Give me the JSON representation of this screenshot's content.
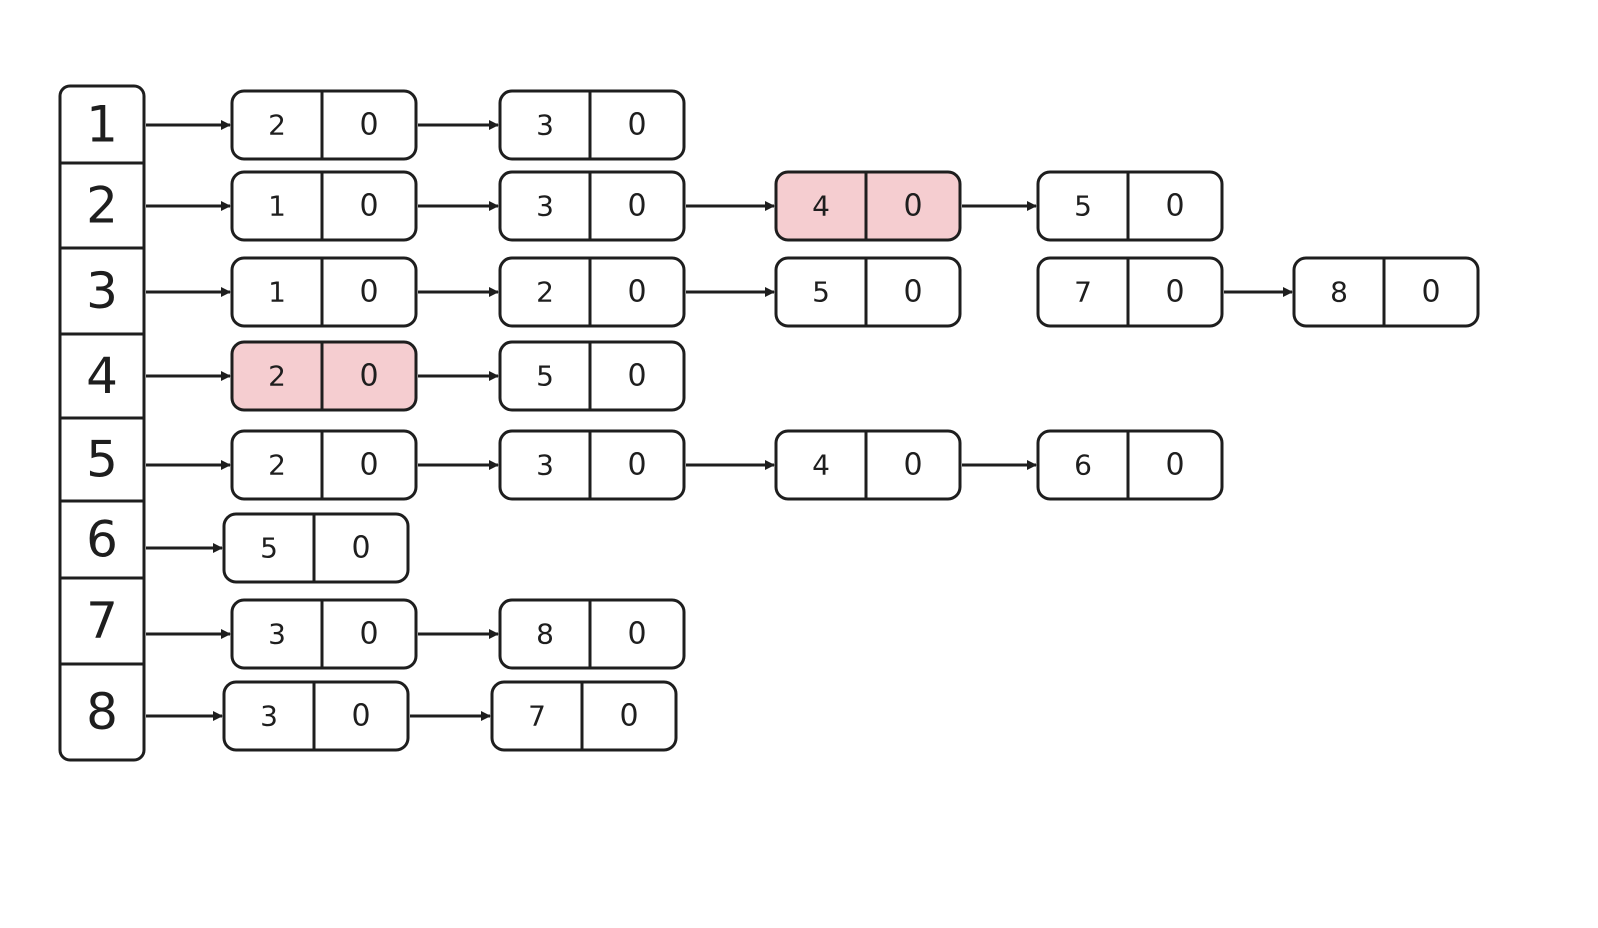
{
  "highlight_color": "#f5cdd0",
  "stroke_color": "#1e1e1e",
  "vertices": [
    "1",
    "2",
    "3",
    "4",
    "5",
    "6",
    "7",
    "8"
  ],
  "adjacency": [
    {
      "vertex": "1",
      "nodes": [
        {
          "value": "2",
          "weight": "0"
        },
        {
          "value": "3",
          "weight": "0"
        }
      ]
    },
    {
      "vertex": "2",
      "nodes": [
        {
          "value": "1",
          "weight": "0"
        },
        {
          "value": "3",
          "weight": "0"
        },
        {
          "value": "4",
          "weight": "0",
          "highlighted": true
        },
        {
          "value": "5",
          "weight": "0"
        }
      ]
    },
    {
      "vertex": "3",
      "nodes": [
        {
          "value": "1",
          "weight": "0"
        },
        {
          "value": "2",
          "weight": "0"
        },
        {
          "value": "5",
          "weight": "0"
        },
        {
          "value": "7",
          "weight": "0"
        },
        {
          "value": "8",
          "weight": "0"
        }
      ]
    },
    {
      "vertex": "4",
      "nodes": [
        {
          "value": "2",
          "weight": "0",
          "highlighted": true
        },
        {
          "value": "5",
          "weight": "0"
        }
      ]
    },
    {
      "vertex": "5",
      "nodes": [
        {
          "value": "2",
          "weight": "0"
        },
        {
          "value": "3",
          "weight": "0"
        },
        {
          "value": "4",
          "weight": "0"
        },
        {
          "value": "6",
          "weight": "0"
        }
      ]
    },
    {
      "vertex": "6",
      "nodes": [
        {
          "value": "5",
          "weight": "0"
        }
      ]
    },
    {
      "vertex": "7",
      "nodes": [
        {
          "value": "3",
          "weight": "0"
        },
        {
          "value": "8",
          "weight": "0"
        }
      ]
    },
    {
      "vertex": "8",
      "nodes": [
        {
          "value": "3",
          "weight": "0"
        },
        {
          "value": "7",
          "weight": "0"
        }
      ]
    }
  ]
}
